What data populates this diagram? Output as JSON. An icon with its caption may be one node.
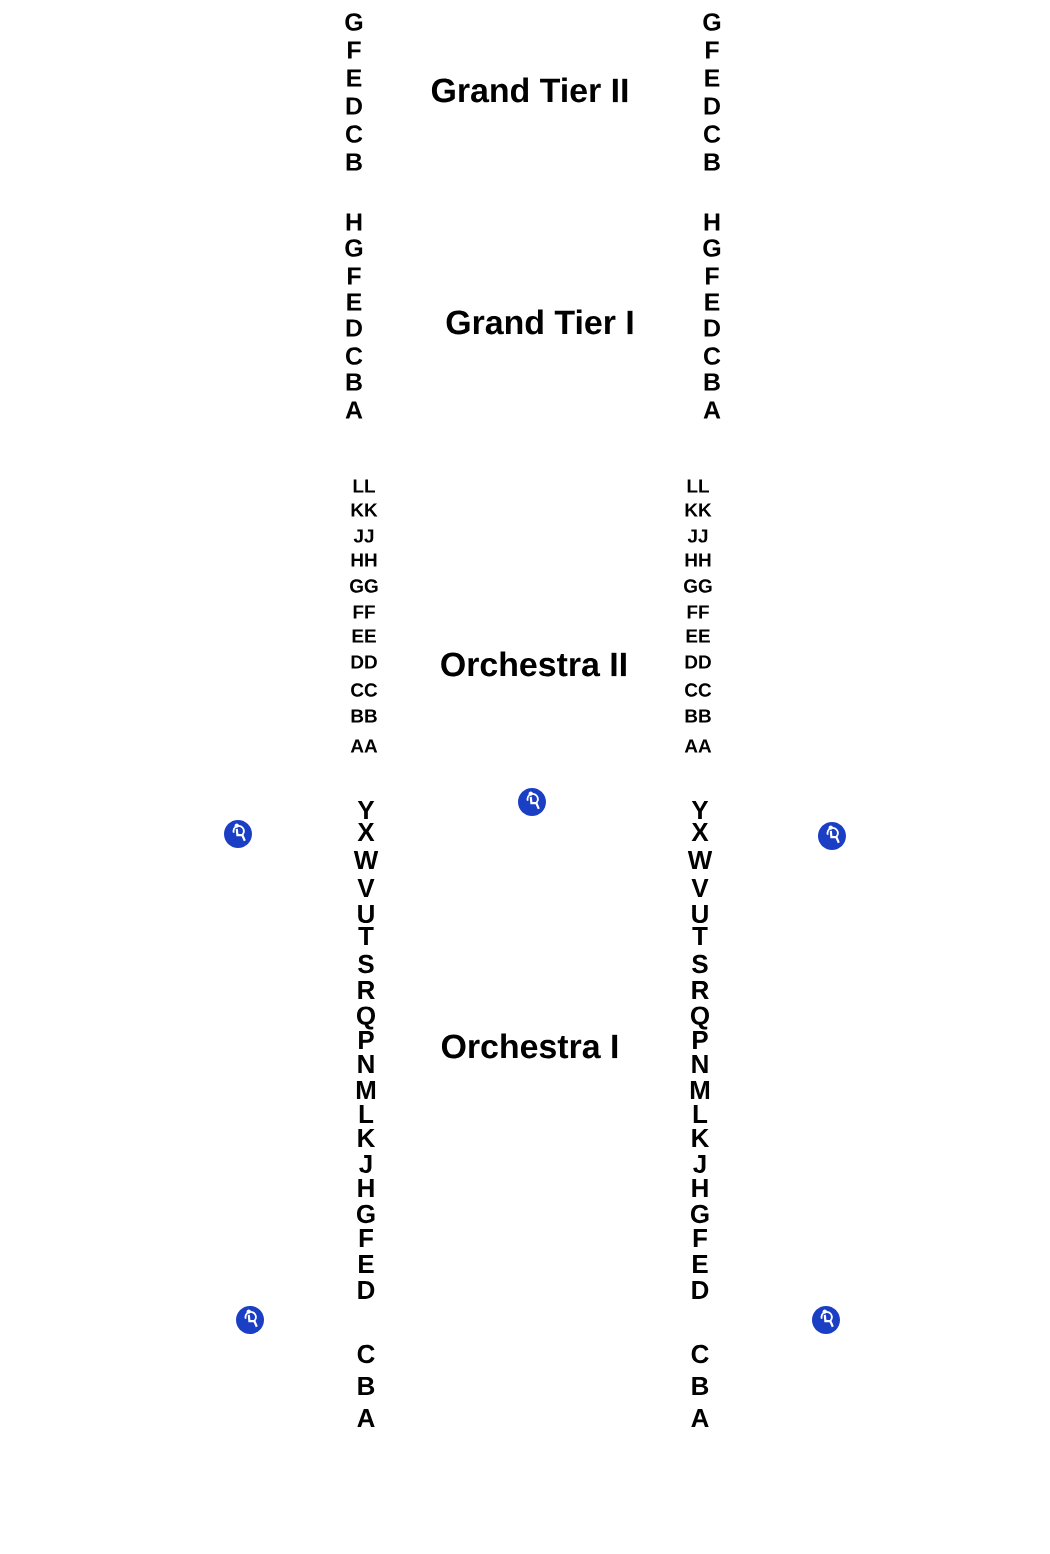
{
  "diagram": {
    "labels": [
      "G",
      "G",
      "F",
      "F",
      "E",
      "Grand Tier II",
      "E",
      "D",
      "D",
      "C",
      "C",
      "B",
      "B",
      "H",
      "H",
      "G",
      "G",
      "F",
      "F",
      "E",
      "E",
      "D",
      "Grand Tier I",
      "D",
      "C",
      "C",
      "B",
      "B",
      "A",
      "A",
      "LL",
      "LL",
      "KK",
      "KK",
      "JJ",
      "JJ",
      "HH",
      "HH",
      "GG",
      "GG",
      "FF",
      "FF",
      "EE",
      "EE",
      "DD",
      "Orchestra II",
      "DD",
      "CC",
      "CC",
      "BB",
      "BB",
      "AA",
      "AA",
      "Y",
      "Y",
      "X",
      "X",
      "W",
      "W",
      "V",
      "V",
      "U",
      "U",
      "T",
      "T",
      "S",
      "S",
      "R",
      "R",
      "Q",
      "Q",
      "P",
      "Orchestra I",
      "P",
      "N",
      "N",
      "M",
      "M",
      "L",
      "L",
      "K",
      "K",
      "J",
      "J",
      "H",
      "H",
      "G",
      "G",
      "F",
      "F",
      "E",
      "E",
      "D",
      "D",
      "C",
      "C",
      "B",
      "B",
      "A",
      "A"
    ]
  }
}
